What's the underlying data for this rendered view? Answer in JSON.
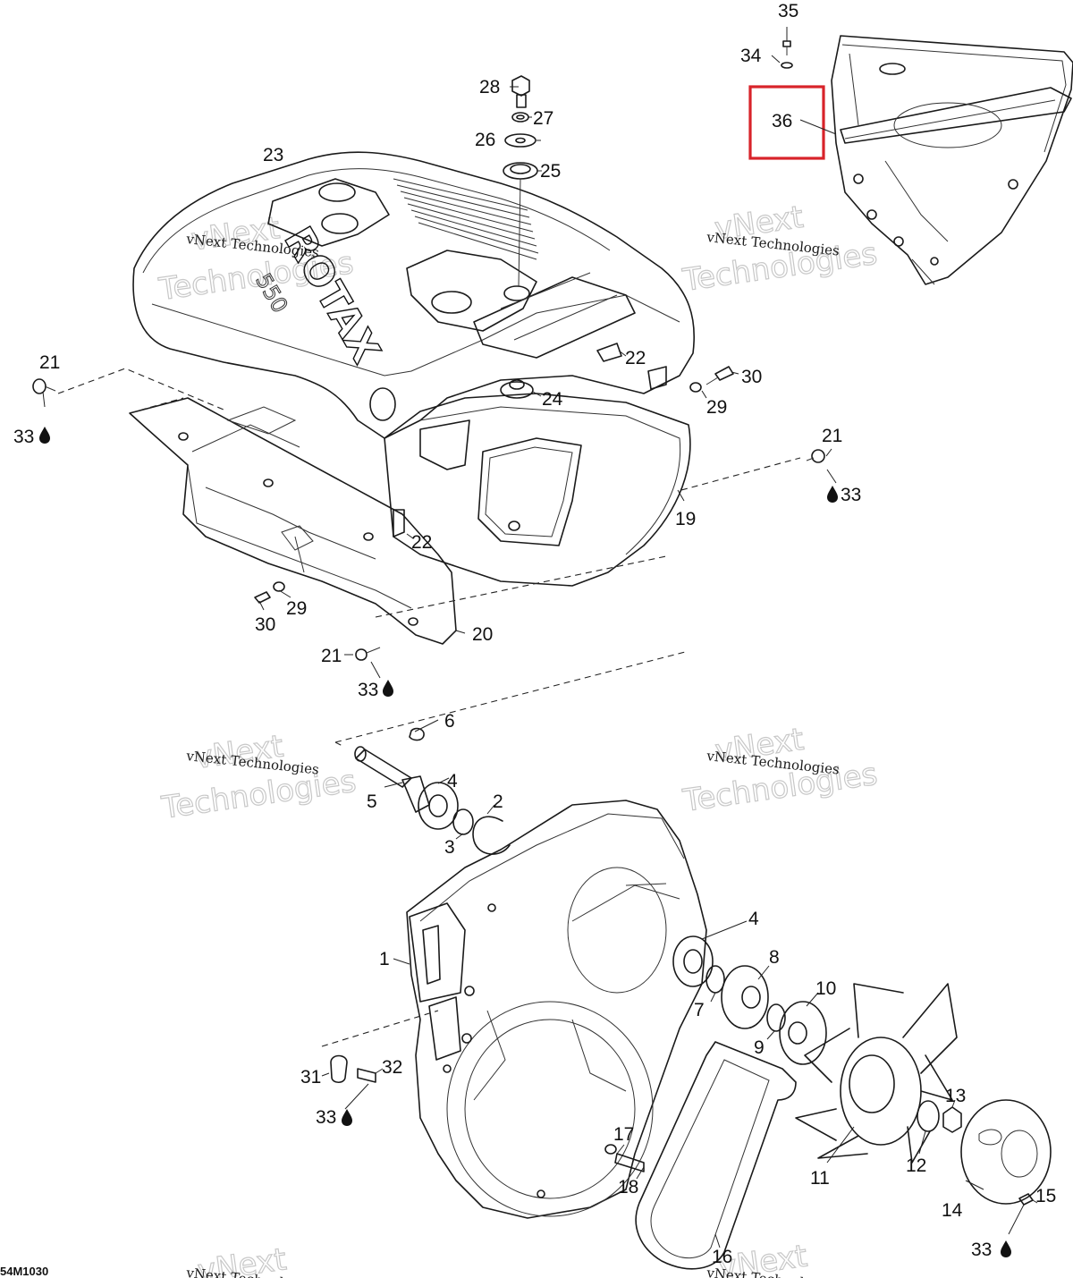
{
  "diagram": {
    "figure_code": "54M1030",
    "brand_mark": "ROTAX",
    "brand_mark_sub": "550",
    "watermark": {
      "line1": "vNext Technologies",
      "big_line1": "vNext",
      "big_line2": "Technologies"
    },
    "highlight_part": "36",
    "callouts": [
      "1",
      "2",
      "3",
      "4",
      "5",
      "6",
      "7",
      "8",
      "9",
      "10",
      "11",
      "12",
      "13",
      "14",
      "15",
      "16",
      "17",
      "18",
      "19",
      "20",
      "21",
      "22",
      "23",
      "24",
      "25",
      "26",
      "27",
      "28",
      "29",
      "30",
      "31",
      "32",
      "33",
      "34",
      "35",
      "36"
    ]
  },
  "colors": {
    "line": "#1a1a1a",
    "highlight": "#d8232a",
    "watermark_outline": "#c8c8c8",
    "background": "#ffffff"
  }
}
